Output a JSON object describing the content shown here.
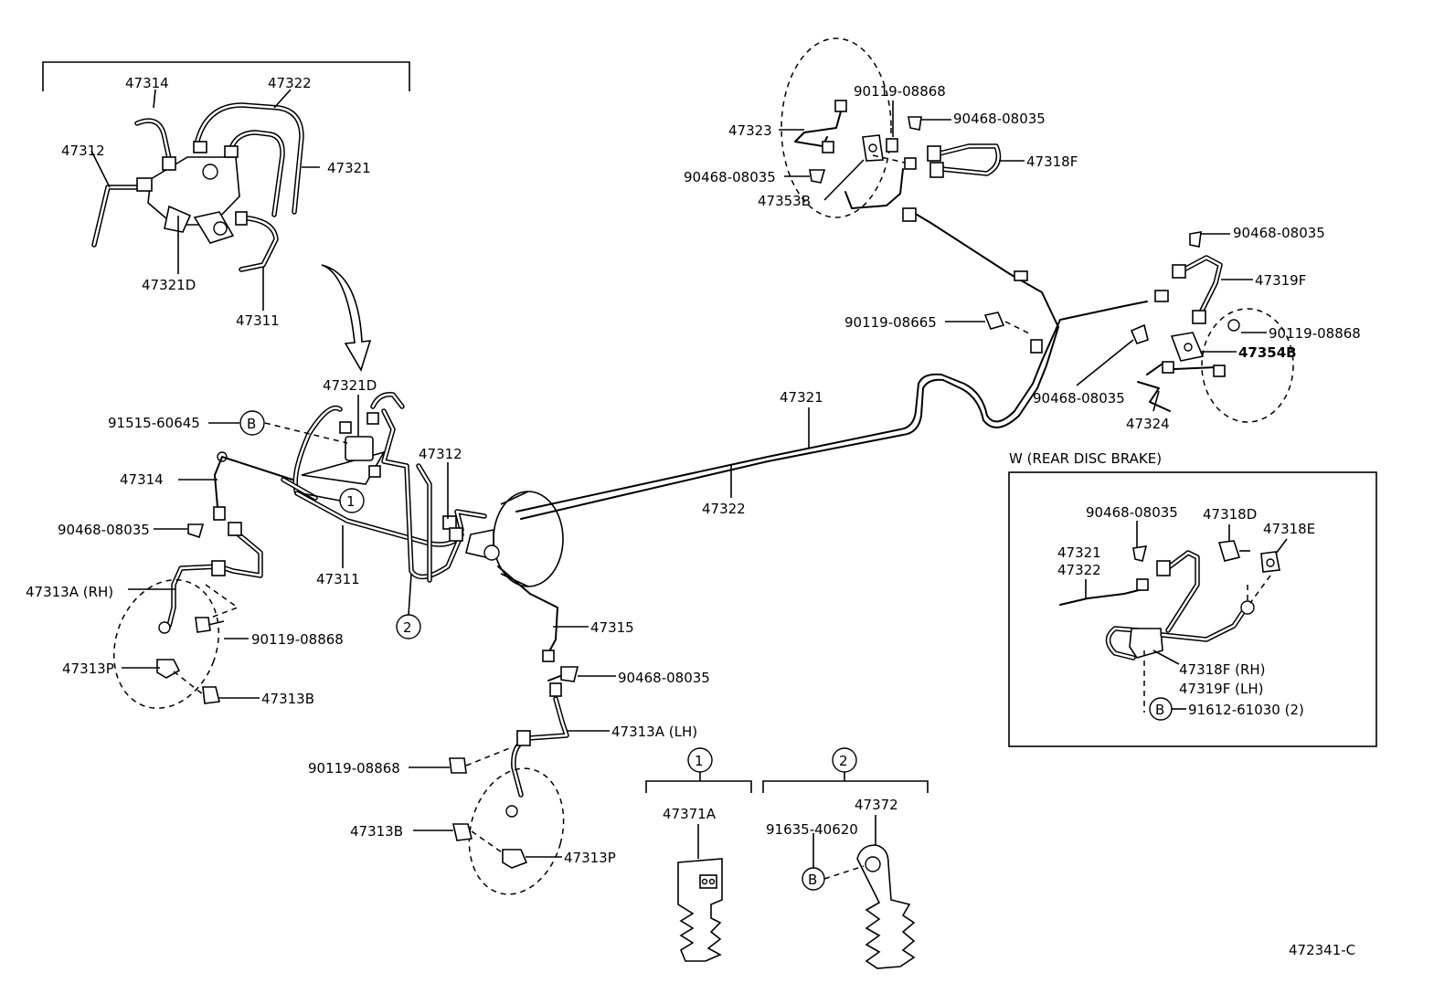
{
  "labels": {
    "p47314_top": "47314",
    "p47322_top": "47322",
    "p47312_top": "47312",
    "p47321_top": "47321",
    "p47321D_top": "47321D",
    "p47311_top": "47311",
    "p91515": "91515-60645",
    "p47321D_mid": "47321D",
    "p47312_mid": "47312",
    "p47314_left": "47314",
    "p90468_left": "90468-08035",
    "p47313A_RH": "47313A (RH)",
    "p90119_left": "90119-08868",
    "p47313P_left": "47313P",
    "p47313B_left": "47313B",
    "p47311_mid": "47311",
    "p47315": "47315",
    "p90468_center": "90468-08035",
    "p47313A_LH": "47313A (LH)",
    "p90119_center": "90119-08868",
    "p47313B_center": "47313B",
    "p47313P_center": "47313P",
    "p47321_center": "47321",
    "p47322_center": "47322",
    "p90119_top": "90119-08868",
    "p90468_top": "90468-08035",
    "p47323": "47323",
    "p90468_topleft": "90468-08035",
    "p47353B": "47353B",
    "p47318F": "47318F",
    "p90468_right": "90468-08035",
    "p47319F": "47319F",
    "p90119_08665": "90119-08665",
    "p90119_right": "90119-08868",
    "p47354B": "47354B",
    "p90468_rightlow": "90468-08035",
    "p47324": "47324",
    "box_title": "W (REAR DISC BRAKE)",
    "box_90468": "90468-08035",
    "box_47318D": "47318D",
    "box_47318E": "47318E",
    "box_47321": "47321",
    "box_47322": "47322",
    "box_47318F": "47318F (RH)",
    "box_47319F": "47319F (LH)",
    "box_91612": "91612-61030 (2)",
    "g1_47371A": "47371A",
    "g2_47372": "47372",
    "g2_91635": "91635-40620",
    "diagram_code": "472341-C"
  },
  "markers": {
    "circle_1": "1",
    "circle_2": "2",
    "circle_B": "B"
  }
}
